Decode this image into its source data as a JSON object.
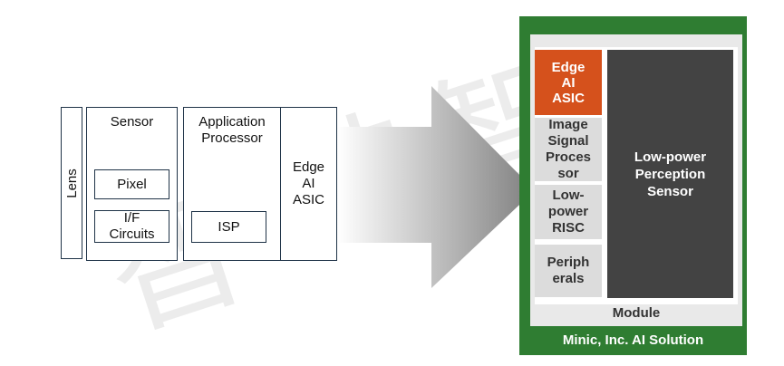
{
  "left": {
    "lens": "Lens",
    "sensor": {
      "title": "Sensor",
      "pixel": "Pixel",
      "if_line1": "I/F",
      "if_line2": "Circuits"
    },
    "app_processor": {
      "title_line1": "Application",
      "title_line2": "Processor",
      "isp": "ISP"
    },
    "edge_asic": {
      "line1": "Edge",
      "line2": "AI",
      "line3": "ASIC"
    }
  },
  "right": {
    "edge_asic": {
      "line1": "Edge",
      "line2": "AI",
      "line3": "ASIC"
    },
    "isp": {
      "line1": "Image",
      "line2": "Signal",
      "line3": "Proces",
      "line4": "sor"
    },
    "risc": {
      "line1": "Low-",
      "line2": "power",
      "line3": "RISC"
    },
    "peripherals": {
      "line1": "Periph",
      "line2": "erals"
    },
    "sensor": {
      "line1": "Low-power",
      "line2": "Perception",
      "line3": "Sensor"
    },
    "module_label": "Module",
    "footer": "Minic, Inc. AI Solution"
  },
  "colors": {
    "module_green": "#2f7d32",
    "asic_orange": "#d5511c",
    "sensor_dark": "#434343",
    "cell_gray": "#dcdcdc",
    "arrow_gray": "#8c8c8c"
  }
}
